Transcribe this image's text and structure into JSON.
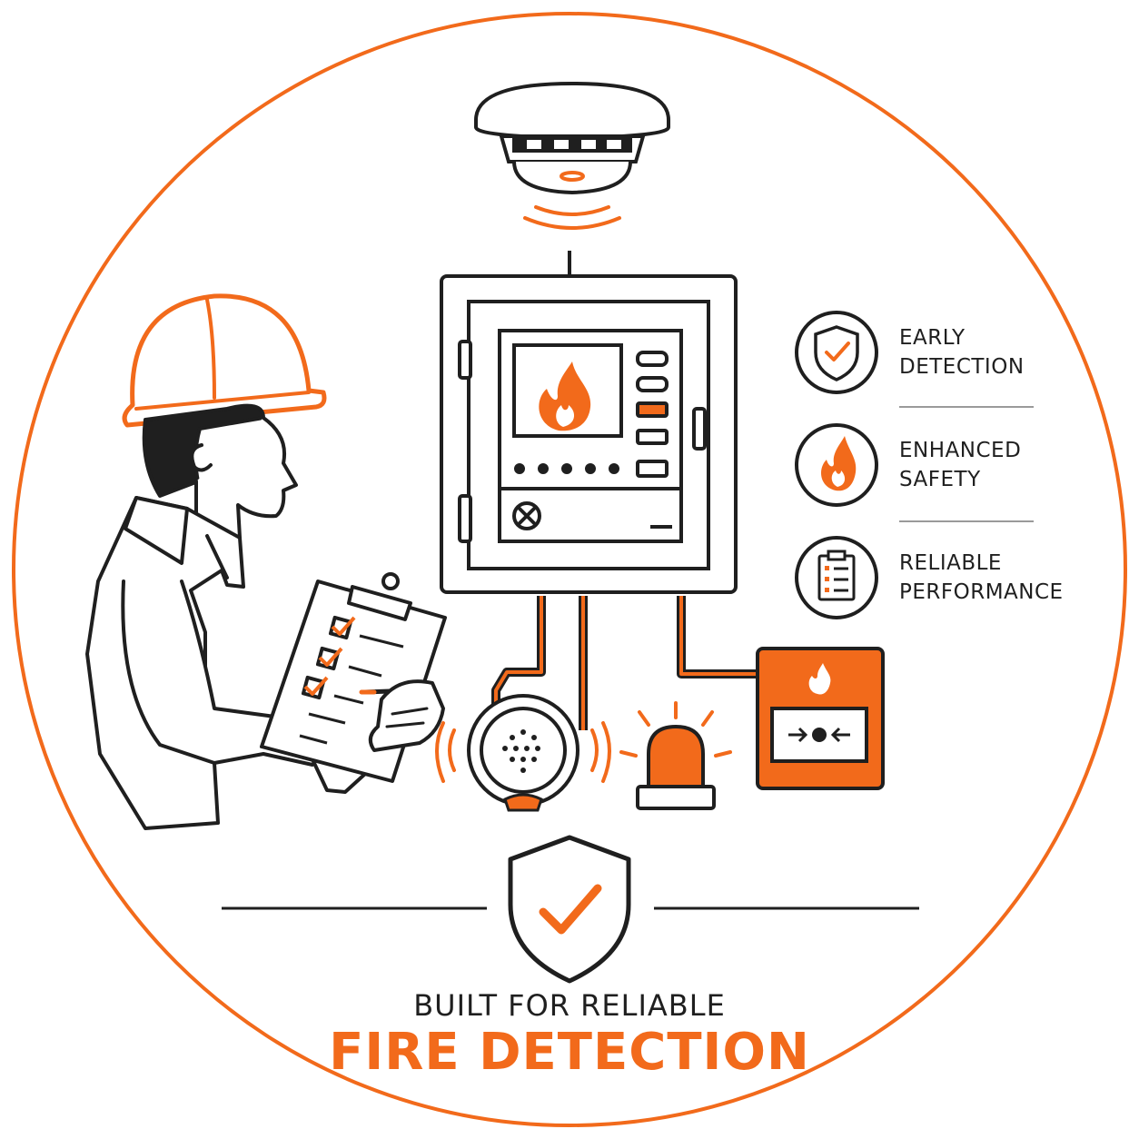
{
  "colors": {
    "accent": "#f26a1b",
    "ink": "#1f1f1f"
  },
  "features": [
    {
      "icon": "shield-check-icon",
      "line1": "EARLY",
      "line2": "DETECTION"
    },
    {
      "icon": "flame-icon",
      "line1": "ENHANCED",
      "line2": "SAFETY"
    },
    {
      "icon": "clipboard-checklist-icon",
      "line1": "RELIABLE",
      "line2": "PERFORMANCE"
    }
  ],
  "tagline": {
    "line1": "BUILT FOR RELIABLE",
    "line2": "FIRE DETECTION"
  }
}
